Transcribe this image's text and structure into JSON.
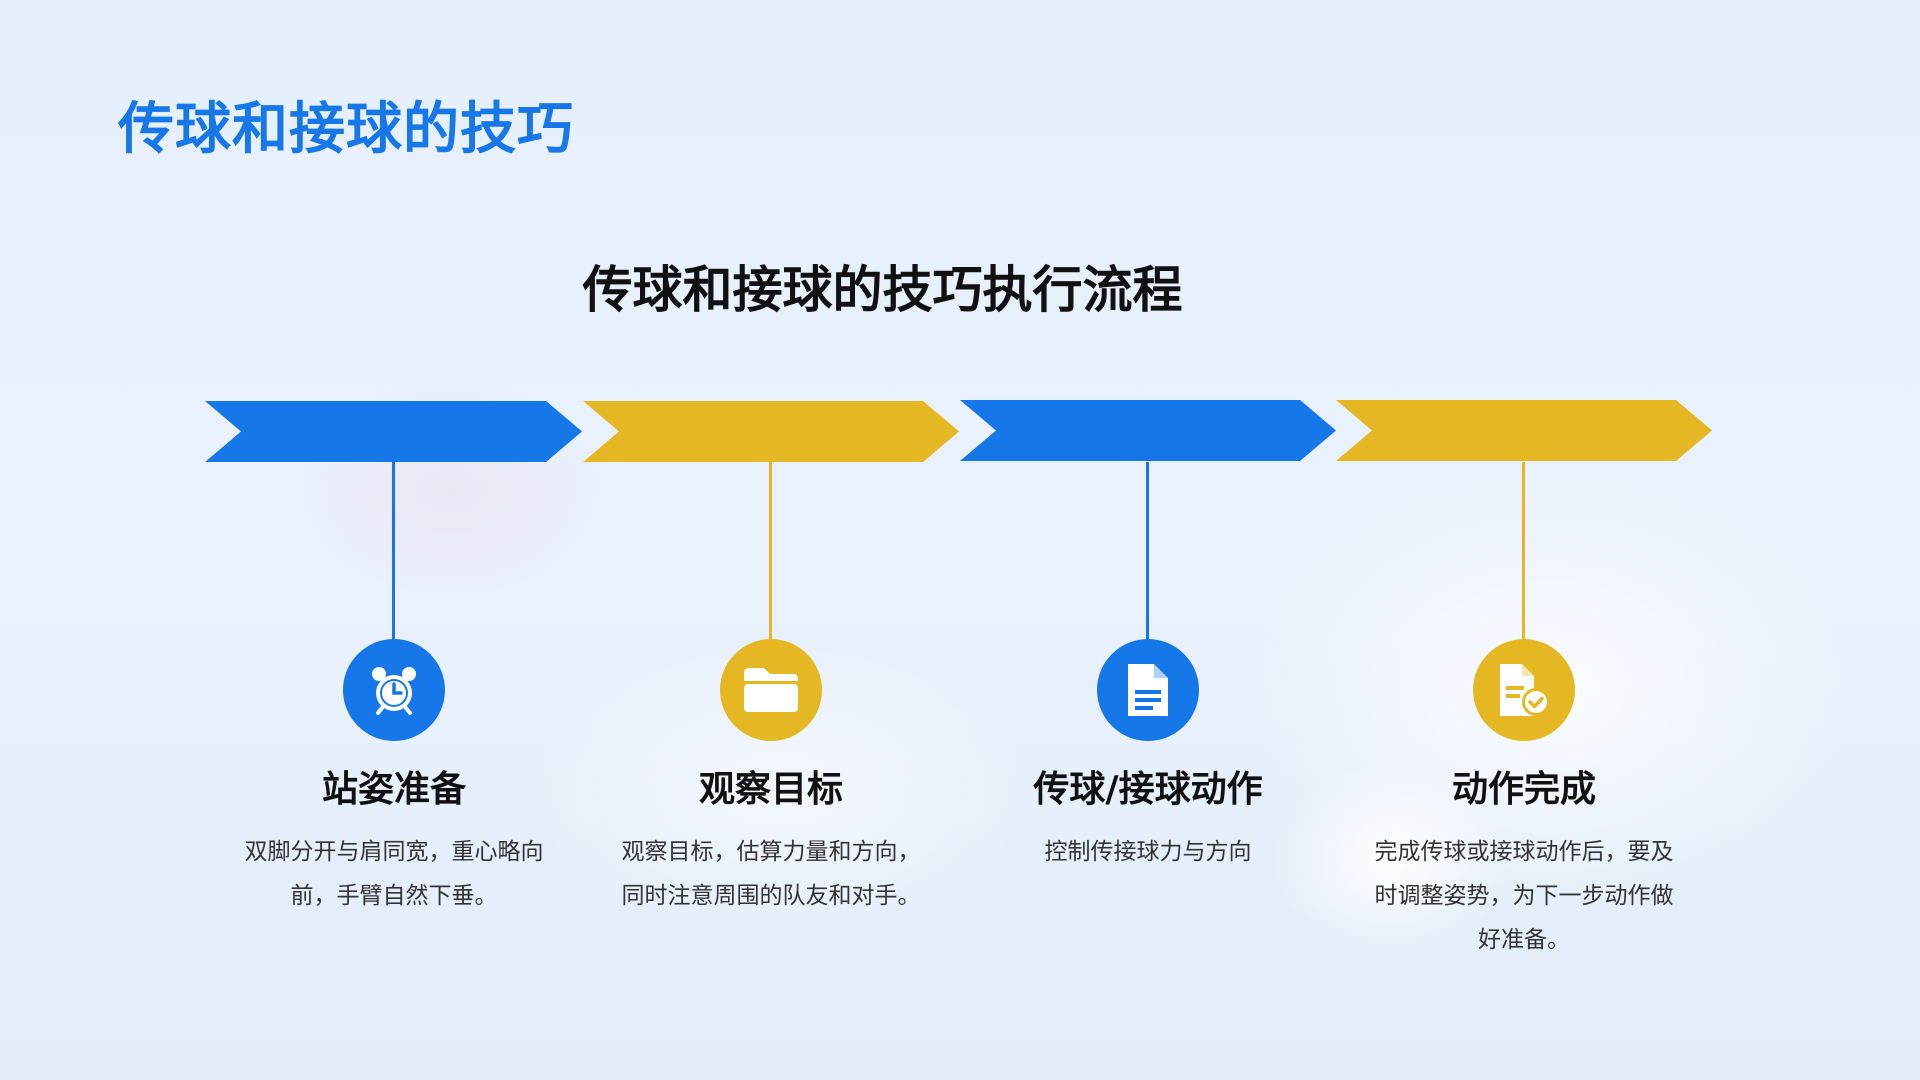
{
  "page_title": "传球和接球的技巧",
  "flow_title": "传球和接球的技巧执行流程",
  "colors": {
    "blue": "#1677e8",
    "yellow": "#e5b722"
  },
  "steps": [
    {
      "title": "站姿准备",
      "desc": "双脚分开与肩同宽，重心略向前，手臂自然下垂。",
      "icon": "alarm-clock-icon",
      "color": "blue"
    },
    {
      "title": "观察目标",
      "desc": "观察目标，估算力量和方向，同时注意周围的队友和对手。",
      "icon": "folder-icon",
      "color": "yellow"
    },
    {
      "title": "传球/接球动作",
      "desc": "控制传接球力与方向",
      "icon": "document-icon",
      "color": "blue"
    },
    {
      "title": "动作完成",
      "desc": "完成传球或接球动作后，要及时调整姿势，为下一步动作做好准备。",
      "icon": "document-check-icon",
      "color": "yellow"
    }
  ]
}
